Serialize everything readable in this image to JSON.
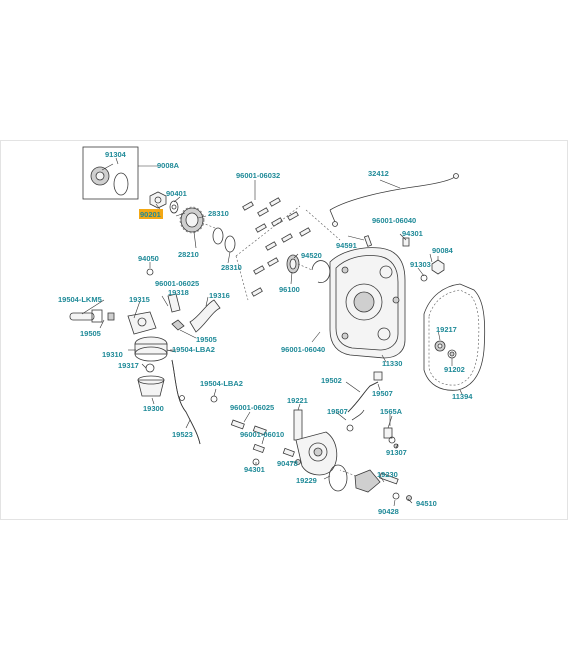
{
  "labels": {
    "l91304": "91304",
    "l9008A": "9008A",
    "l90401": "90401",
    "l90201": "90201",
    "l28310a": "28310",
    "l28210": "28210",
    "l28310b": "28310",
    "l96001_06032": "96001-06032",
    "l32412": "32412",
    "l96001_06040a": "96001-06040",
    "l94301a": "94301",
    "l94591": "94591",
    "l94520": "94520",
    "l90084": "90084",
    "l91303": "91303",
    "l94050": "94050",
    "l96001_06025a": "96001-06025",
    "l19318": "19318",
    "l19504_LKM5": "19504-LKM5",
    "l19315": "19315",
    "l19316": "19316",
    "l96100": "96100",
    "l19505a": "19505",
    "l19505b": "19505",
    "l19504_LBA2a": "19504-LBA2",
    "l19310": "19310",
    "l96001_06040b": "96001-06040",
    "l11330": "11330",
    "l19217": "19217",
    "l19317": "19317",
    "l91202": "91202",
    "l19502": "19502",
    "l19507a": "19507",
    "l11394": "11394",
    "l19504_LBA2b": "19504-LBA2",
    "l19300": "19300",
    "l19221": "19221",
    "l96001_06025b": "96001-06025",
    "l19507b": "19507",
    "l1565A": "1565A",
    "l19523": "19523",
    "l96001_06010": "96001-06010",
    "l91307": "91307",
    "l94301b": "94301",
    "l90478": "90478",
    "l19230": "19230",
    "l19229": "19229",
    "l94510": "94510",
    "l90428": "90428"
  },
  "colors": {
    "label": "#1f8a98",
    "highlight": "#f3a814",
    "line": "#333333"
  }
}
